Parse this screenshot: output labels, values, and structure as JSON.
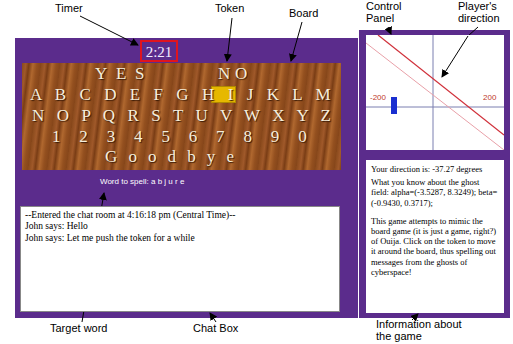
{
  "diagram": {
    "nodes": [
      {
        "text": [
          "Word to spell: a b j u r e"
        ]
      },
      {
        "text": [
          "2:21"
        ],
        "in": 0
      },
      {
        "text": [
          "YES",
          "NO",
          "A B C D E F G H I J K L M",
          "N O P Q R S T U V W X Y Z",
          "1 2 3 4 5 6 7 8 9 0",
          "Goodbye"
        ],
        "in": 0
      },
      {
        "text": [
          "--Entered the chat room at 4:16:18 pm (Central Time)--",
          "John says: Hello",
          "John says: Let me push the token for a while"
        ],
        "in": 0
      },
      {
        "text": [
          "-200",
          "200"
        ]
      },
      {
        "text": [
          "Your direction is: -37.27 degrees",
          "What you know about the ghost field: alpha=(-3.5287, 8.3249); beta=(-0.9430, 0.3717);",
          "This game attempts to mimic the board game (it is just a game, right?) of Ouija. Click on the token to move it around the board, thus spelling out messages from the ghosts of cyberspace!"
        ]
      }
    ],
    "labels": [
      "Timer",
      "Token",
      "Board",
      "Control Panel",
      "Player's direction",
      "Target word",
      "Chat Box",
      "Information about the game"
    ]
  }
}
